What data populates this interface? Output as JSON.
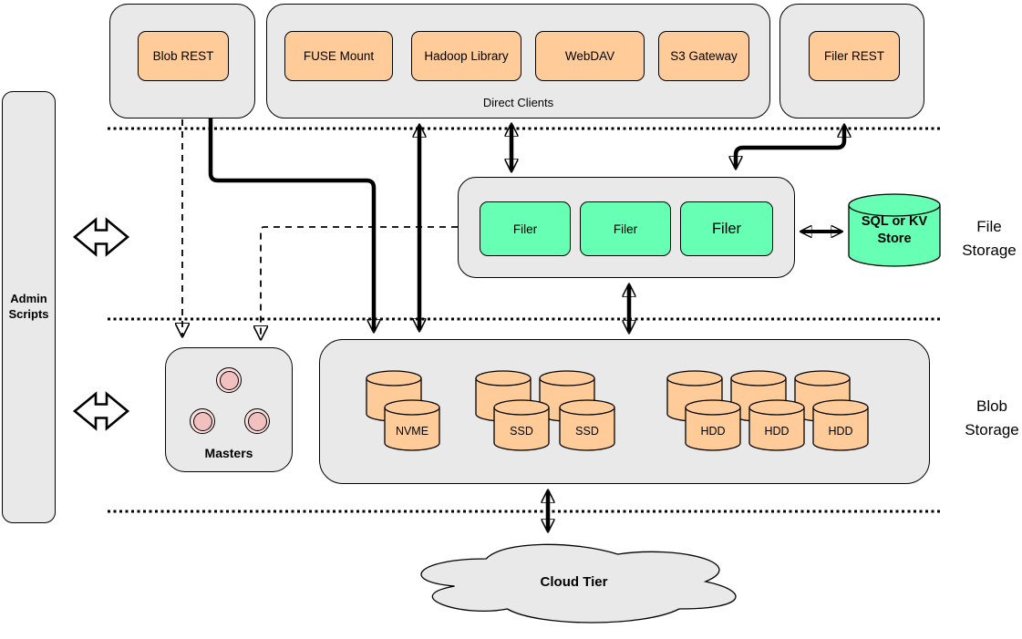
{
  "colors": {
    "container": "#e9e9e9",
    "orange": "#ffcc99",
    "green": "#66ffb3",
    "pink": "#f2c0be",
    "pink_light": "#fbdfde",
    "stroke": "#000000"
  },
  "admin": {
    "label": "Admin Scripts"
  },
  "top": {
    "blob_rest": "Blob REST",
    "direct_clients": {
      "caption": "Direct Clients",
      "items": [
        "FUSE Mount",
        "Hadoop Library",
        "WebDAV",
        "S3 Gateway"
      ]
    },
    "filer_rest": "Filer REST"
  },
  "file_storage": {
    "filers": [
      "Filer",
      "Filer",
      "Filer"
    ],
    "store": "SQL or KV Store",
    "side_label": "File Storage"
  },
  "masters": {
    "label": "Masters"
  },
  "blob": {
    "side_label": "Blob Storage",
    "disks": [
      "NVME",
      "SSD",
      "SSD",
      "HDD",
      "HDD",
      "HDD"
    ]
  },
  "cloud": {
    "label": "Cloud Tier"
  }
}
